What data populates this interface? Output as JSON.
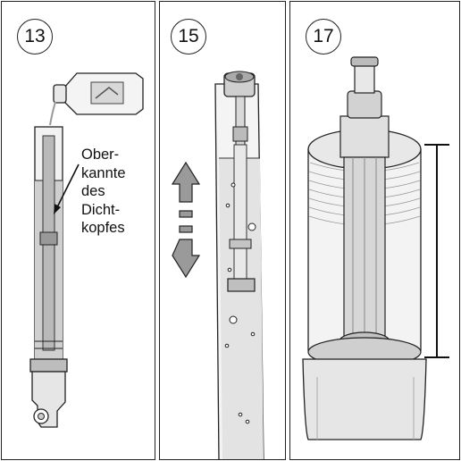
{
  "steps": [
    {
      "number": "13",
      "caption": [
        "Ober-",
        "kannte",
        "des",
        "Dicht-",
        "kopfes"
      ]
    },
    {
      "number": "15"
    },
    {
      "number": "17"
    }
  ],
  "icons": {
    "oil_bottle": "oil-bottle-icon",
    "arrow_up_down": "up-down-arrow-icon",
    "dimension_line": "dimension-bracket-icon"
  },
  "colors": {
    "stroke": "#222222",
    "tube_fill": "#dcdcdc",
    "tube_dark": "#a8a8a8",
    "arrow_fill": "#9a9a9a"
  }
}
